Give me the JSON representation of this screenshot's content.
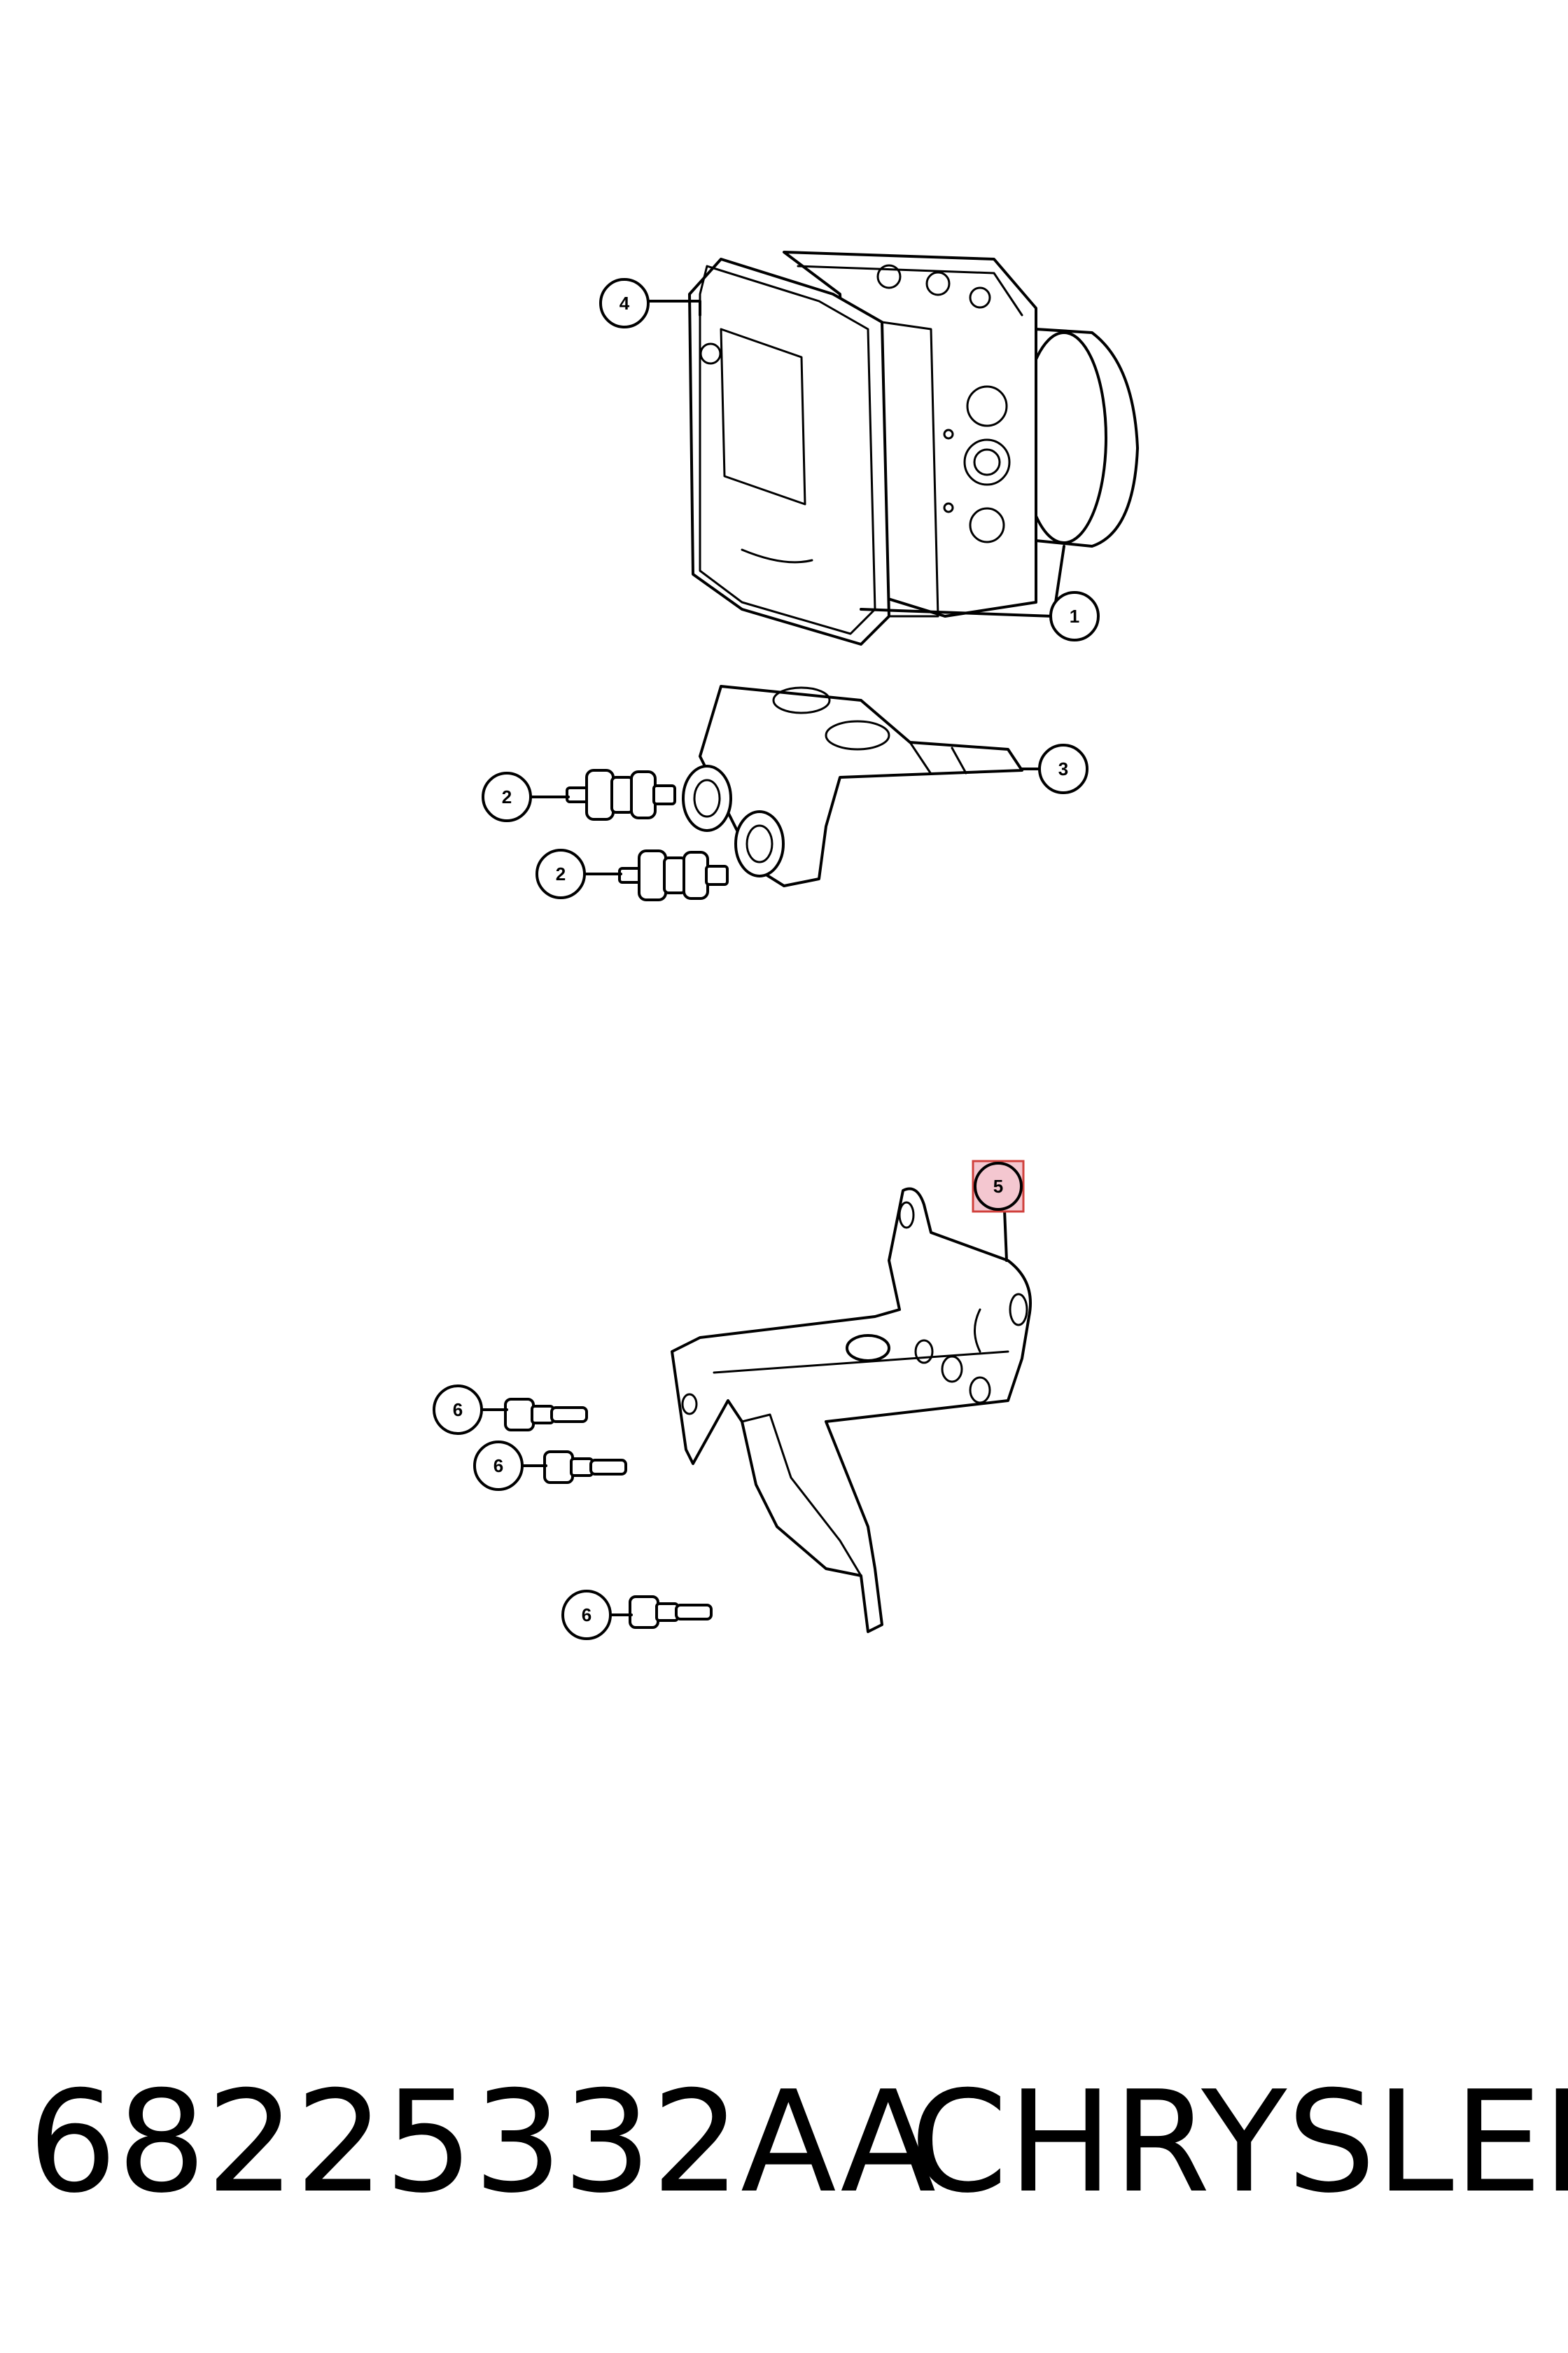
{
  "callouts": {
    "c1": "1",
    "c2a": "2",
    "c2b": "2",
    "c3": "3",
    "c4": "4",
    "c5": "5",
    "c6a": "6",
    "c6b": "6",
    "c6c": "6"
  },
  "highlight_color": "#f4c7d0",
  "footer": {
    "part_number": "68225332AA",
    "brand": "CHRYSLER"
  }
}
